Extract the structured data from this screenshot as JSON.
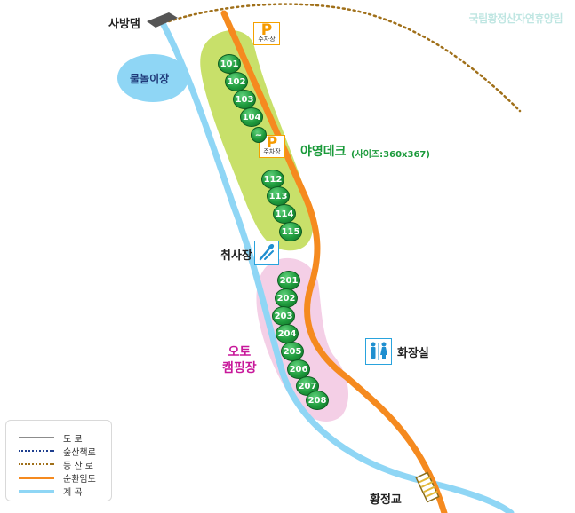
{
  "map": {
    "brand": "국립황정산자연휴양림",
    "dam": "사방댐",
    "pool": "물놀이장",
    "parking_label": "주차장",
    "parking_letter": "P",
    "deck_title": "야영데크",
    "deck_size": "(사이즈:360x367)",
    "cooking": "취사장",
    "auto_camp_line1": "오토",
    "auto_camp_line2": "캠핑장",
    "toilet": "화장실",
    "bridge": "황정교",
    "deck_sites": [
      "101",
      "102",
      "103",
      "104",
      "~",
      "112",
      "113",
      "114",
      "115"
    ],
    "auto_sites": [
      "201",
      "202",
      "203",
      "204",
      "205",
      "206",
      "207",
      "208"
    ]
  },
  "legend": [
    {
      "label": "도    로",
      "color": "#8c8c8c",
      "style": "solid"
    },
    {
      "label": "숲산책로",
      "color": "#1f3f8f",
      "style": "dotted"
    },
    {
      "label": "등 산 로",
      "color": "#a0701a",
      "style": "dotted"
    },
    {
      "label": "순환임도",
      "color": "#f58a1f",
      "style": "solid"
    },
    {
      "label": "계    곡",
      "color": "#8fd6f5",
      "style": "solid"
    }
  ],
  "colors": {
    "stream": "#8fd6f5",
    "forest_road": "#f58a1f",
    "hiking_trail": "#a0701a",
    "deck_area": "#c8e06a",
    "auto_area": "#f4cfe6",
    "site_marker": "#1e9a3c"
  }
}
